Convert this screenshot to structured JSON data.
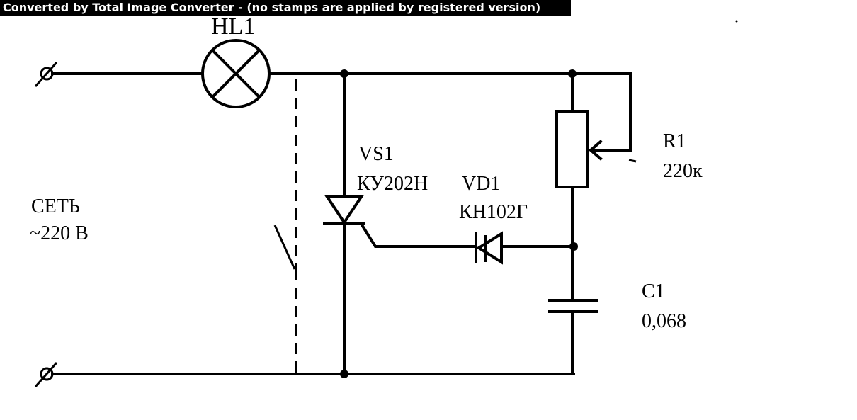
{
  "watermark": "Converted by Total Image Converter - (no stamps are applied by registered version)",
  "labels": {
    "lamp": "HL1",
    "thyristor_ref": "VS1",
    "thyristor_part": "КУ202Н",
    "dinistor_ref": "VD1",
    "dinistor_part": "КН102Г",
    "resistor_ref": "R1",
    "resistor_value": "220к",
    "capacitor_ref": "C1",
    "capacitor_value": "0,068",
    "mains_line1": "СЕТЬ",
    "mains_line2": "~220 В"
  },
  "colors": {
    "ink": "#000000",
    "paper": "#ffffff",
    "banner": "#000000"
  }
}
